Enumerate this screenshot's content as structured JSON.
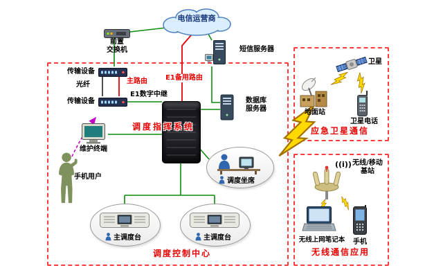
{
  "labels": {
    "cloud": "电信运营商",
    "front_switch": "前置\n交换机",
    "sms_server": "短信服务器",
    "transmission_top": "传输设备",
    "transmission_bottom": "传输设备",
    "fiber": "光纤",
    "main_route": "主路由",
    "e1_backup_route": "E1备用路由",
    "e1_trunk": "E1数字中继",
    "db_server": "数据库\n服务器",
    "dispatch_system": "调度指挥系统",
    "maintenance_terminal": "维护终端",
    "mobile_user": "手机用户",
    "dispatch_seat": "调度坐席",
    "console_left": "主调度台",
    "console_right": "主调度台",
    "control_center": "调度控制中心",
    "satellite": "卫星",
    "ground_station": "地面站",
    "satellite_phone": "卫星电话",
    "satcom_title": "应急卫星通信",
    "base_station": "无线/移动\n基站",
    "radio_waves": "((i))",
    "laptop": "无线上网笔记本",
    "mobile_phone": "手机",
    "wireless_title": "无线通信应用"
  },
  "colors": {
    "box_dash_red": "#ff3b3b",
    "title_red": "#e80000",
    "line_green": "#0c8a0c",
    "route_red": "#e60000",
    "fiber_black": "#222222",
    "dashed_magenta": "#cc00cc",
    "bolt_yellow": "#ffd900",
    "cloud_fill": "#dbeeff",
    "cloud_stroke": "#4f81bd"
  }
}
